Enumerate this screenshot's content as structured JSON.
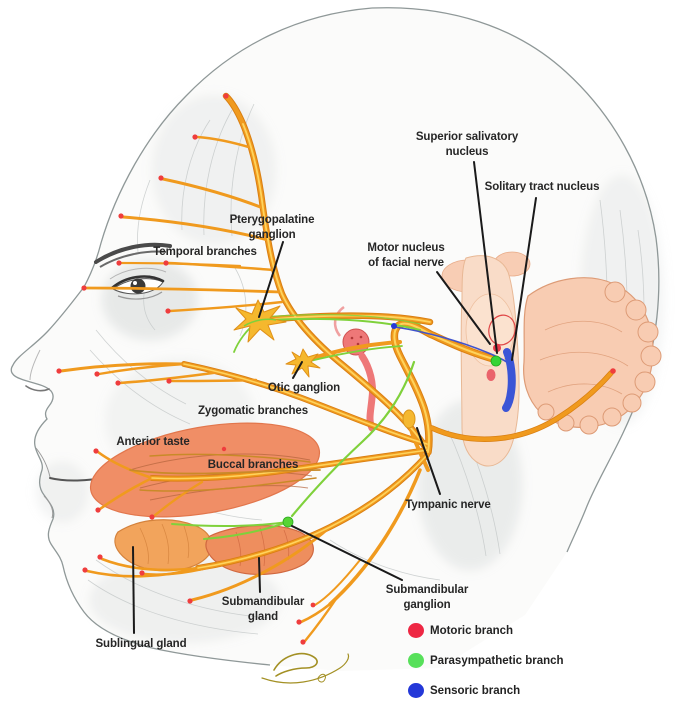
{
  "labels": {
    "superior_salivatory_nucleus": "Superior salivatory\nnucleus",
    "solitary_tract_nucleus": "Solitary tract nucleus",
    "motor_nucleus_of_facial_nerve": "Motor nucleus\nof facial nerve",
    "pterygopalatine_ganglion": "Pterygopalatine\nganglion",
    "temporal_branches": "Temporal branches",
    "otic_ganglion": "Otic ganglion",
    "zygomatic_branches": "Zygomatic branches",
    "anterior_taste": "Anterior taste",
    "buccal_branches": "Buccal branches",
    "tympanic_nerve": "Tympanic nerve",
    "submandibular_ganglion": "Submandibular\nganglion",
    "submandibular_gland": "Submandibular\ngland",
    "sublingual_gland": "Sublingual gland"
  },
  "legend": {
    "items": [
      {
        "label": "Motoric branch",
        "color": "#ee2743"
      },
      {
        "label": "Parasympathetic branch",
        "color": "#57e05a"
      },
      {
        "label": "Sensoric branch",
        "color": "#2438d8"
      }
    ]
  },
  "colors": {
    "nerve_orange": "#f09a1e",
    "nerve_highlight": "#ffd761",
    "parasympathetic_green": "#7fd13b",
    "sensory_blue": "#3b55d6",
    "nerve_ending_red": "#ef3d3d",
    "muscle_salmon": "#f08e66",
    "gland_orange": "#f2a45c",
    "cerebellum_pink": "#f8ccb2",
    "cochlea_red": "#ee7878",
    "pointer_line": "#1a1a1a"
  }
}
